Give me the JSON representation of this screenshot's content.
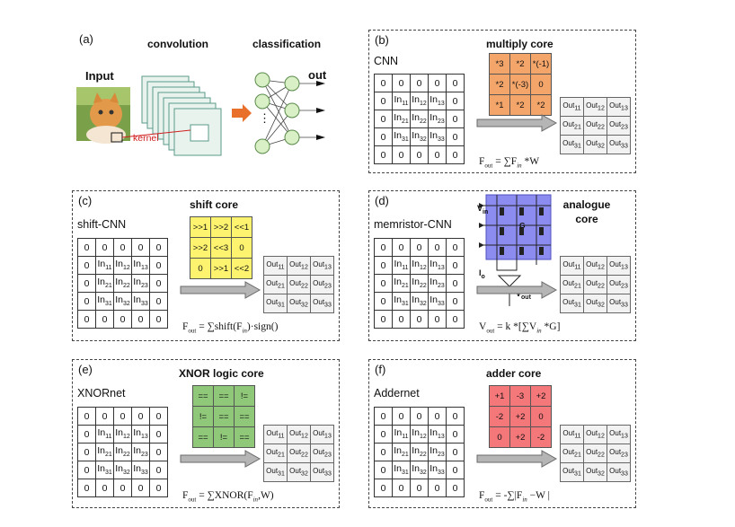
{
  "panel_a": {
    "label": "(a)",
    "input_label": "Input",
    "convolution_label": "convolution",
    "classification_label": "classification",
    "out_label": "out",
    "kernel_label": "kernel",
    "dots": "⋮"
  },
  "panels": [
    {
      "id": "b",
      "label": "(b)",
      "net_name": "CNN",
      "core_title": "multiply core",
      "core_color": "#f4a56a",
      "kernel": [
        [
          "*3",
          "*2",
          "*(-1)"
        ],
        [
          "*2",
          "*(-3)",
          "0"
        ],
        [
          "*1",
          "*2",
          "*2"
        ]
      ],
      "formula_lhs": "F",
      "formula_lhs_sub": "out",
      "formula_rhs": "= ∑F",
      "formula_rhs_sub": "in",
      "formula_tail": " *W"
    },
    {
      "id": "c",
      "label": "(c)",
      "net_name": "shift-CNN",
      "core_title": "shift core",
      "core_color": "#fdf36f",
      "kernel": [
        [
          ">>1",
          ">>2",
          "<<1"
        ],
        [
          ">>2",
          "<<3",
          "0"
        ],
        [
          "0",
          ">>1",
          "<<2"
        ]
      ],
      "formula_lhs": "F",
      "formula_lhs_sub": "out",
      "formula_rhs": "= ∑shift(F",
      "formula_rhs_sub": "in",
      "formula_tail": ")·sign()"
    },
    {
      "id": "d",
      "label": "(d)",
      "net_name": "memristor-CNN",
      "core_title": "analogue core",
      "core_color": "#8c8cf0",
      "kernel": [],
      "formula_lhs": "V",
      "formula_lhs_sub": "out",
      "formula_rhs": "= k *[∑V",
      "formula_rhs_sub": "in",
      "formula_tail": " *G]"
    },
    {
      "id": "e",
      "label": "(e)",
      "net_name": "XNORnet",
      "core_title": "XNOR logic core",
      "core_color": "#8fc878",
      "kernel": [
        [
          "==",
          "==",
          "!="
        ],
        [
          "!=",
          "==",
          "=="
        ],
        [
          "==",
          "!=",
          "=="
        ]
      ],
      "formula_lhs": "F",
      "formula_lhs_sub": "out",
      "formula_rhs": "= ∑XNOR(F",
      "formula_rhs_sub": "in",
      "formula_tail": ",W)"
    },
    {
      "id": "f",
      "label": "(f)",
      "net_name": "Addernet",
      "core_title": "adder core",
      "core_color": "#f4777a",
      "kernel": [
        [
          "+1",
          "-3",
          "+2"
        ],
        [
          "-2",
          "+2",
          "0"
        ],
        [
          "0",
          "+2",
          "-2"
        ]
      ],
      "formula_lhs": "F",
      "formula_lhs_sub": "out",
      "formula_rhs": "= -∑|F",
      "formula_rhs_sub": "in",
      "formula_tail": " −W |"
    }
  ],
  "input_grid": [
    [
      "0",
      "0",
      "0",
      "0",
      "0"
    ],
    [
      "0",
      "In11",
      "In12",
      "In13",
      "0"
    ],
    [
      "0",
      "In21",
      "In22",
      "In23",
      "0"
    ],
    [
      "0",
      "In31",
      "In32",
      "In33",
      "0"
    ],
    [
      "0",
      "0",
      "0",
      "0",
      "0"
    ]
  ],
  "output_grid": [
    [
      "Out11",
      "Out12",
      "Out13"
    ],
    [
      "Out21",
      "Out22",
      "Out23"
    ],
    [
      "Out31",
      "Out32",
      "Out33"
    ]
  ],
  "memristor_labels": {
    "vin": "V",
    "vin_sub": "in",
    "g": "G",
    "io": "I",
    "io_sub": "o",
    "vout": "V",
    "vout_sub": "out"
  }
}
